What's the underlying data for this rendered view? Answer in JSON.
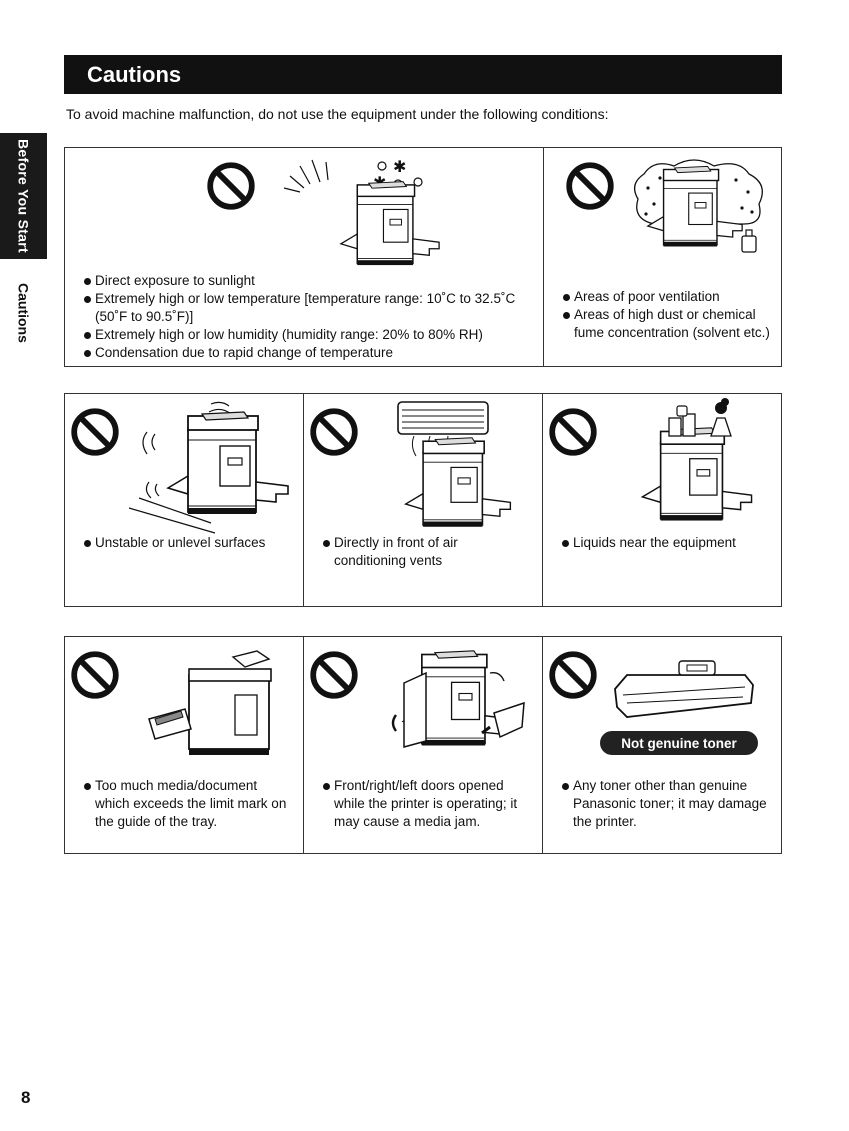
{
  "sidebar": {
    "section_tab": "Before You Start",
    "section_label": "Cautions"
  },
  "header": {
    "title": "Cautions"
  },
  "intro": "To avoid machine malfunction, do not use the equipment under the following conditions:",
  "rows": [
    {
      "cells": [
        {
          "icon": "printer-in-sunlight-icon",
          "lines": [
            "Direct exposure to sunlight",
            "Extremely high or low temperature [temperature range: 10˚C to 32.5˚C (50˚F to 90.5˚F)]",
            "Extremely high or low humidity (humidity range: 20% to 80% RH)",
            "Condensation due to rapid change of temperature"
          ]
        },
        {
          "icon": "printer-in-dust-icon",
          "lines": [
            "Areas of poor ventilation",
            "Areas of high dust or chemical fume concentration (solvent etc.)"
          ]
        }
      ]
    },
    {
      "cells": [
        {
          "icon": "printer-on-tilted-surface-icon",
          "lines": [
            "Unstable or unlevel surfaces"
          ]
        },
        {
          "icon": "printer-under-air-conditioner-icon",
          "lines": [
            "Directly in front of air conditioning vents"
          ]
        },
        {
          "icon": "printer-with-liquids-icon",
          "lines": [
            "Liquids near the equipment"
          ]
        }
      ]
    },
    {
      "cells": [
        {
          "icon": "overloaded-tray-icon",
          "lines": [
            "Too much media/document which exceeds the limit mark on the guide of the tray."
          ]
        },
        {
          "icon": "open-doors-icon",
          "lines": [
            "Front/right/left doors opened while the printer is operating; it may cause a media jam."
          ]
        },
        {
          "icon": "toner-cartridge-icon",
          "badge": "Not genuine toner",
          "lines": [
            "Any toner other than genuine Panasonic toner; it may damage the printer."
          ]
        }
      ]
    }
  ],
  "page_number": "8"
}
